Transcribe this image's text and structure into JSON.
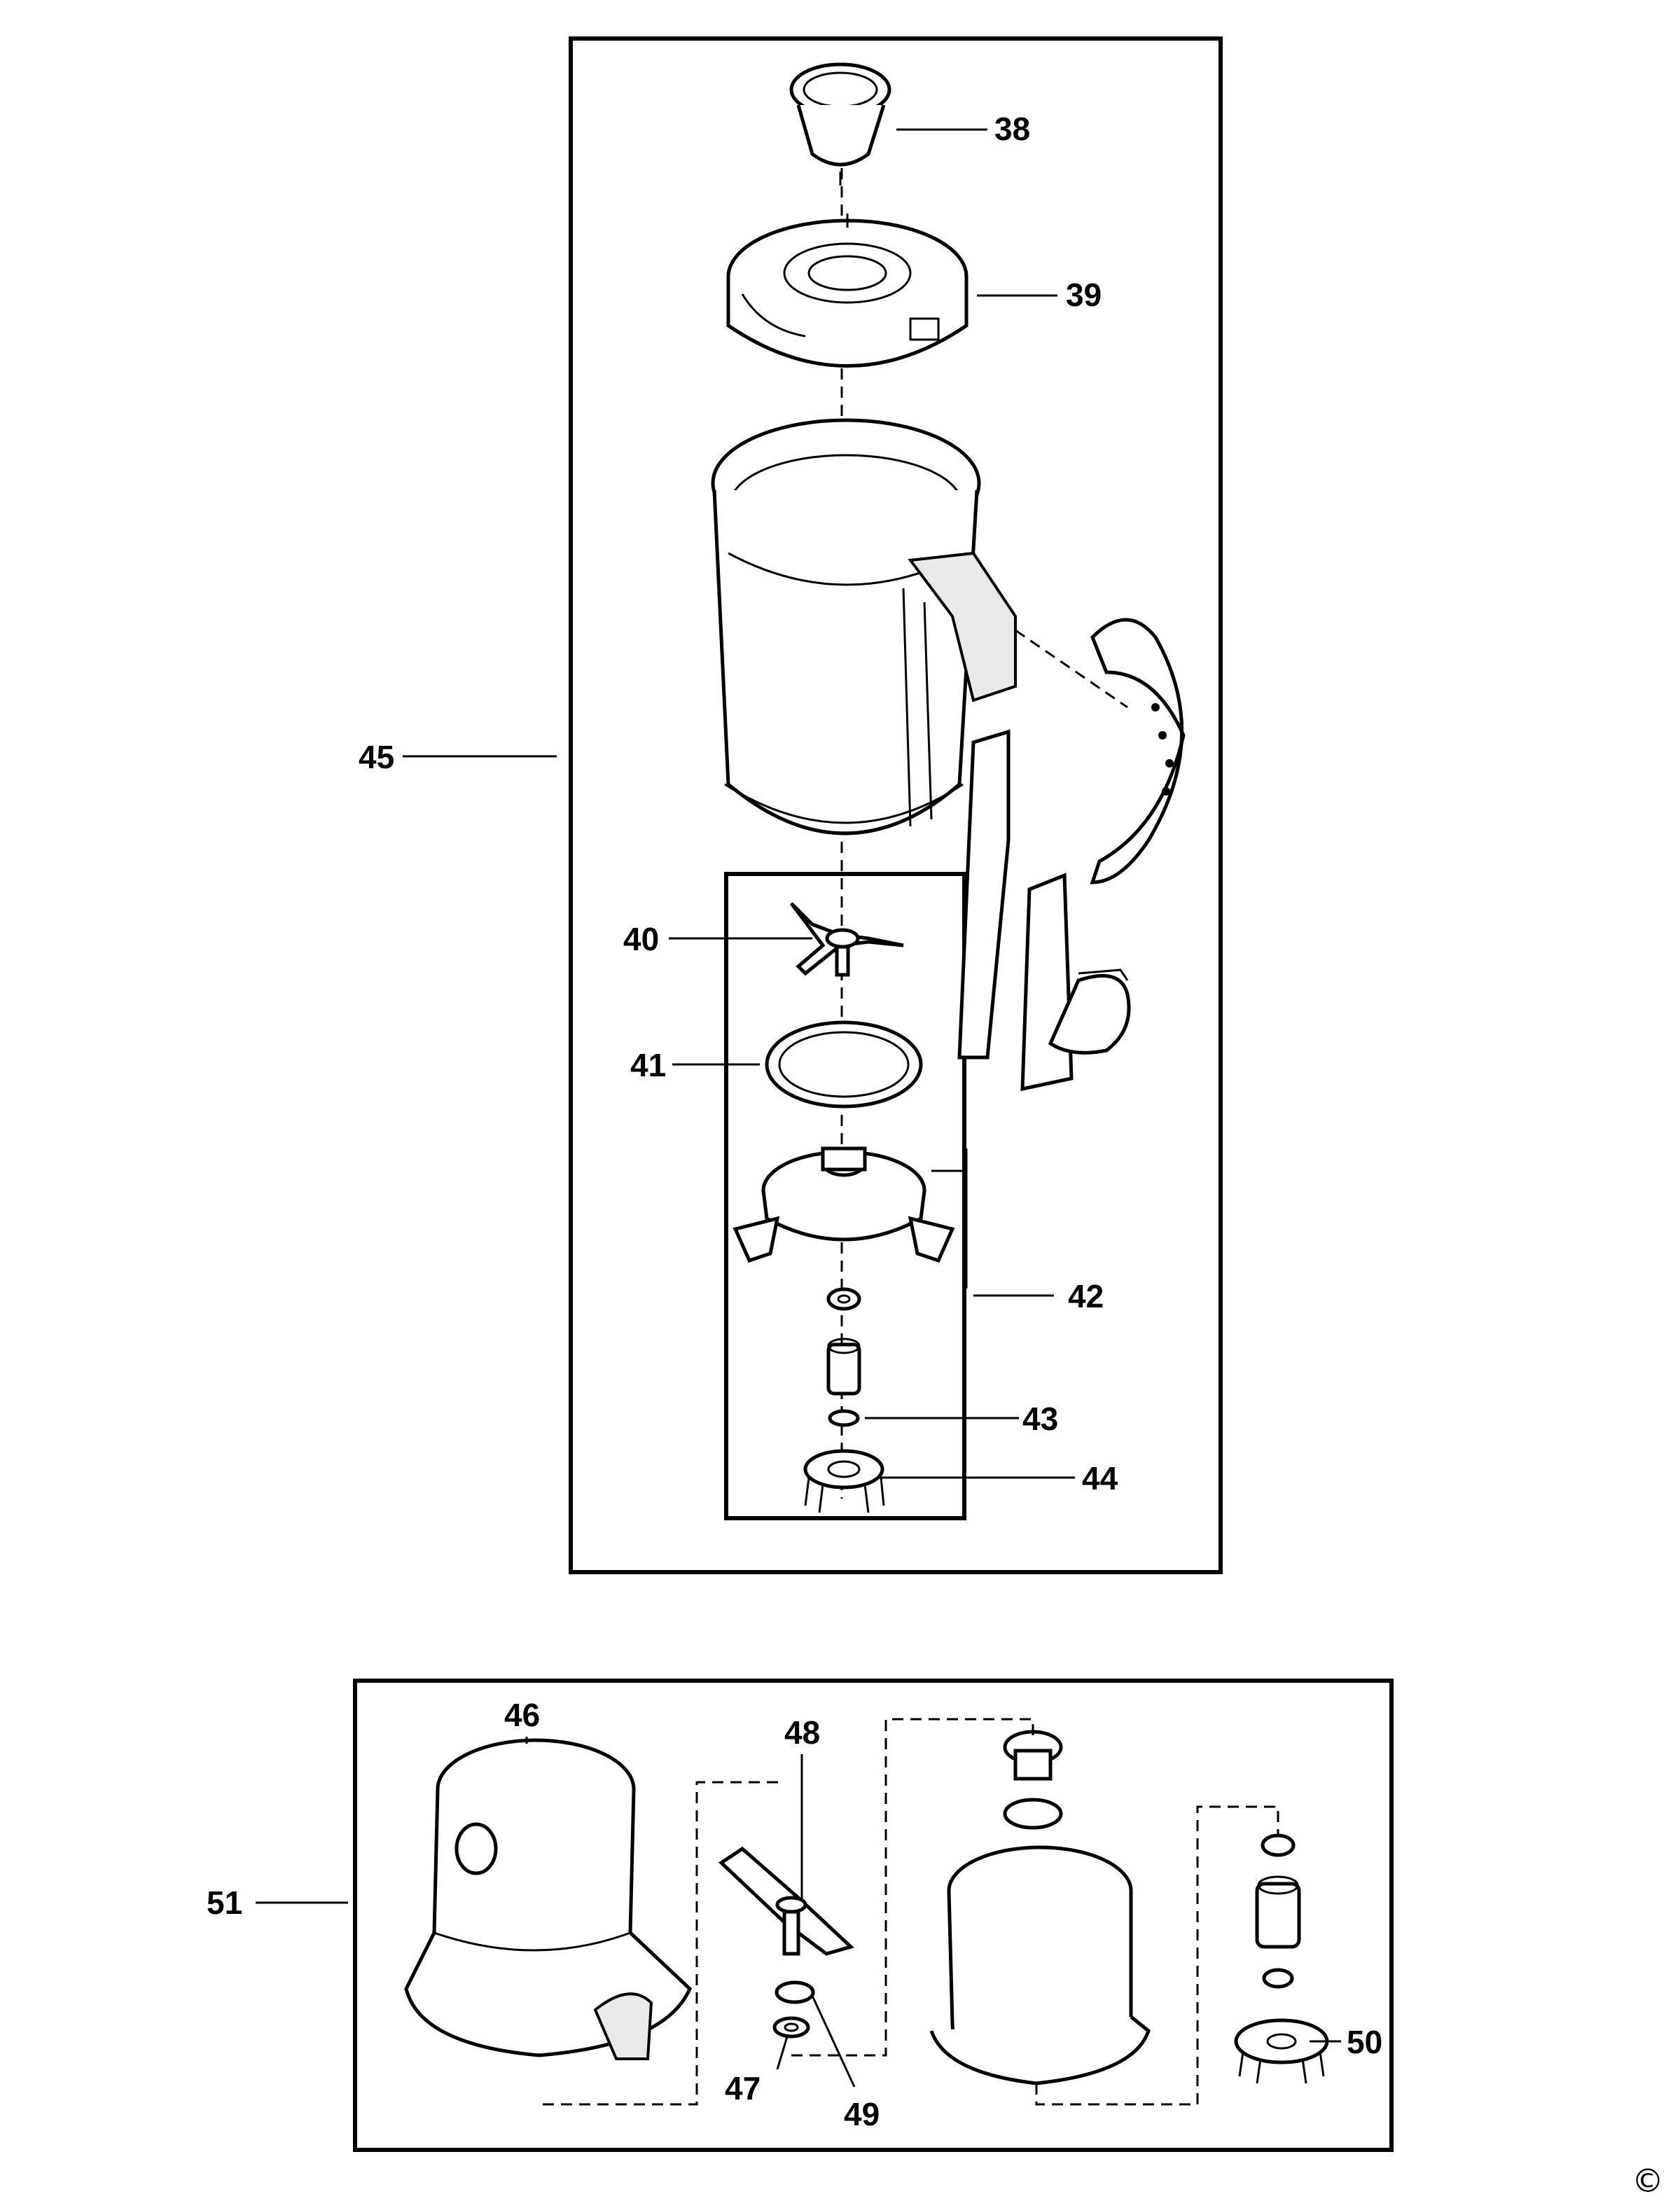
{
  "callouts": [
    {
      "id": "38",
      "text": "38"
    },
    {
      "id": "39",
      "text": "39"
    },
    {
      "id": "40",
      "text": "40"
    },
    {
      "id": "41",
      "text": "41"
    },
    {
      "id": "42",
      "text": "42"
    },
    {
      "id": "43",
      "text": "43"
    },
    {
      "id": "44",
      "text": "44"
    },
    {
      "id": "45",
      "text": "45"
    },
    {
      "id": "46",
      "text": "46"
    },
    {
      "id": "47",
      "text": "47"
    },
    {
      "id": "48",
      "text": "48"
    },
    {
      "id": "49",
      "text": "49"
    },
    {
      "id": "50",
      "text": "50"
    },
    {
      "id": "51",
      "text": "51"
    }
  ],
  "copyright_symbol": "©"
}
